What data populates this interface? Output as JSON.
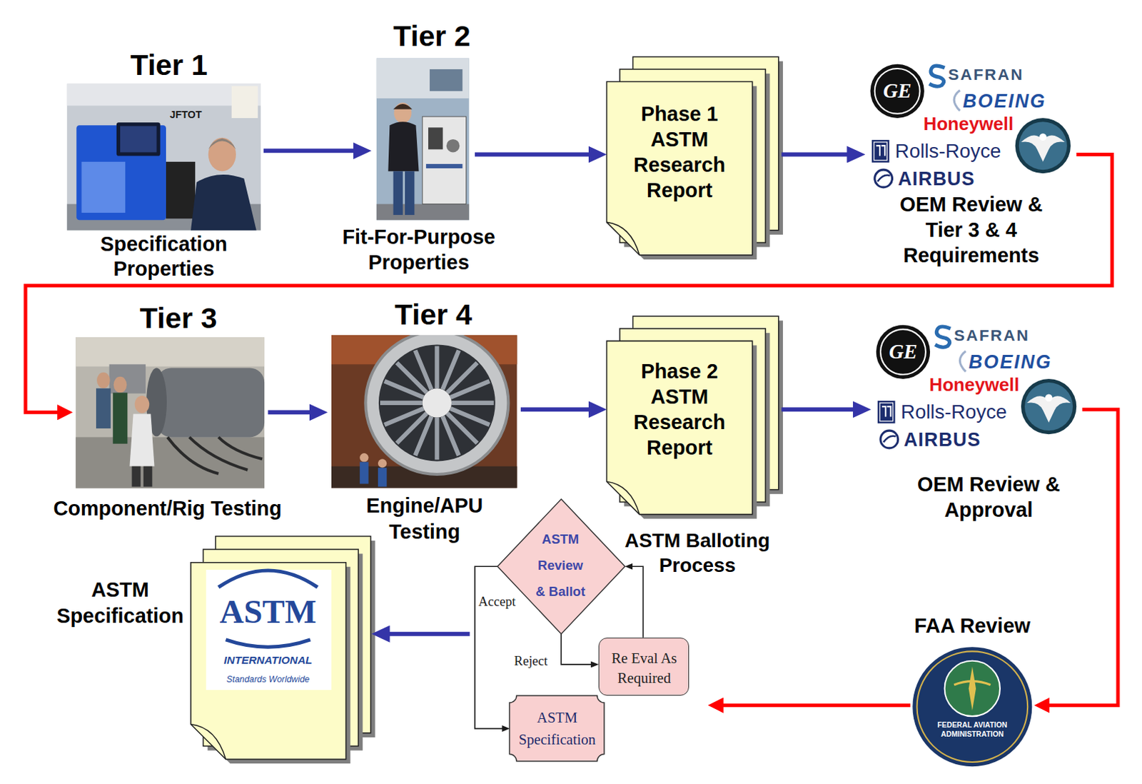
{
  "diagram": {
    "nodes": [
      {
        "text": [
          "Tier 1",
          "Specification Properties"
        ]
      },
      {
        "text": [
          "Tier 2",
          "Fit-For-Purpose Properties"
        ]
      },
      {
        "text": [
          "Phase 1 ASTM Research Report"
        ]
      },
      {
        "text": [
          "GE",
          "SAFRAN",
          "BOEING",
          "Honeywell",
          "Rolls-Royce",
          "AIRBUS",
          "OEM Review & Tier 3 & 4 Requirements"
        ]
      },
      {
        "text": [
          "Tier 3",
          "Component/Rig Testing"
        ]
      },
      {
        "text": [
          "Tier 4",
          "Engine/APU Testing"
        ]
      },
      {
        "text": [
          "Phase 2 ASTM Research Report"
        ]
      },
      {
        "text": [
          "GE",
          "SAFRAN",
          "BOEING",
          "Honeywell",
          "Rolls-Royce",
          "AIRBUS",
          "OEM Review & Approval"
        ]
      },
      {
        "text": [
          "FAA Review",
          "FEDERAL AVIATION ADMINISTRATION"
        ]
      },
      {
        "text": [
          "ASTM Balloting Process"
        ]
      },
      {
        "text": [
          "ASTM Review & Ballot"
        ],
        "in": 9
      },
      {
        "text": [
          "Re Eval As Required"
        ],
        "in": 9
      },
      {
        "text": [
          "ASTM Specification"
        ],
        "in": 9
      },
      {
        "text": [
          "ASTM Specification",
          "ASTM",
          "INTERNATIONAL",
          "Standards Worldwide"
        ]
      }
    ],
    "edges": [
      {
        "from": 0,
        "to": 1,
        "arrow": "to"
      },
      {
        "from": 1,
        "to": 2,
        "arrow": "to"
      },
      {
        "from": 2,
        "to": 3,
        "arrow": "to"
      },
      {
        "from": 3,
        "to": 4,
        "arrow": "to"
      },
      {
        "from": 4,
        "to": 5,
        "arrow": "to"
      },
      {
        "from": 5,
        "to": 6,
        "arrow": "to"
      },
      {
        "from": 6,
        "to": 7,
        "arrow": "to"
      },
      {
        "from": 7,
        "to": 8,
        "arrow": "to"
      },
      {
        "from": 8,
        "to": 9,
        "arrow": "to"
      },
      {
        "from": 9,
        "to": 13,
        "arrow": "to"
      },
      {
        "from": 10,
        "to": 11,
        "label": "Reject",
        "arrow": "to"
      },
      {
        "from": 11,
        "to": 10,
        "arrow": "to"
      },
      {
        "from": 10,
        "to": 12,
        "label": "Accept",
        "arrow": "to"
      }
    ],
    "labels": [
      "JFTOT"
    ]
  }
}
